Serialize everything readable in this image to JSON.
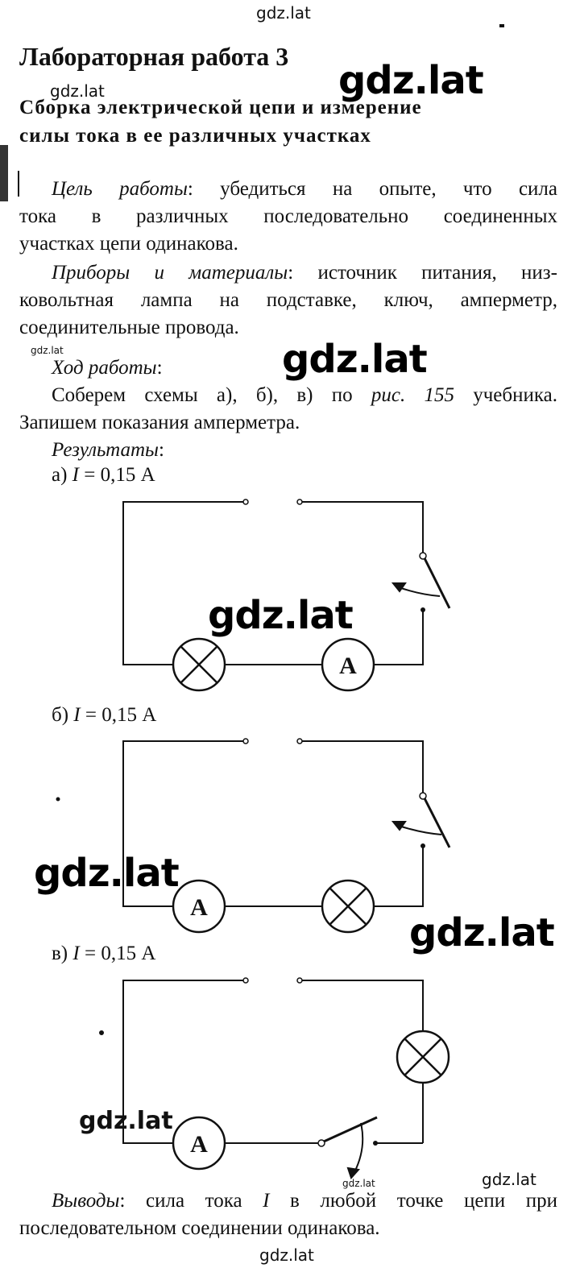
{
  "watermarks": {
    "site": "gdz.lat"
  },
  "title": "Лабораторная работа 3",
  "subtitle": {
    "line1": "Сборка электрической цепи и измерение",
    "line2": "силы тока в ее различных участках"
  },
  "goal": {
    "label": "Цель работы",
    "text1": ": убедиться на опыте, что сила",
    "line2": "тока в различных последовательно соединенных",
    "line3": "участках цепи одинакова."
  },
  "equipment": {
    "label": "Приборы и материалы",
    "text1": ": источник питания, низ-",
    "line2": "ковольтная лампа на подставке, ключ, амперметр,",
    "line3": "соединительные провода."
  },
  "procedure": {
    "label": "Ход работы",
    "colon": ":",
    "line1a": "Соберем схемы а), б), в) по ",
    "ref": "рис. 155",
    "line1b": " учебника.",
    "line2": "Запишем показания амперметра."
  },
  "results": {
    "label": "Результаты",
    "colon": ":",
    "items": [
      {
        "prefix": "а) ",
        "var": "I",
        "value": " = 0,15 А"
      },
      {
        "prefix": "б) ",
        "var": "I",
        "value": " = 0,15 А"
      },
      {
        "prefix": "в) ",
        "var": "I",
        "value": " = 0,15 А"
      }
    ]
  },
  "ammeter_symbol": "A",
  "conclusion": {
    "label": "Выводы",
    "text1a": ": сила тока ",
    "var": "I",
    "text1b": " в любой точке цепи при",
    "line2": "последовательном соединении одинакова."
  }
}
